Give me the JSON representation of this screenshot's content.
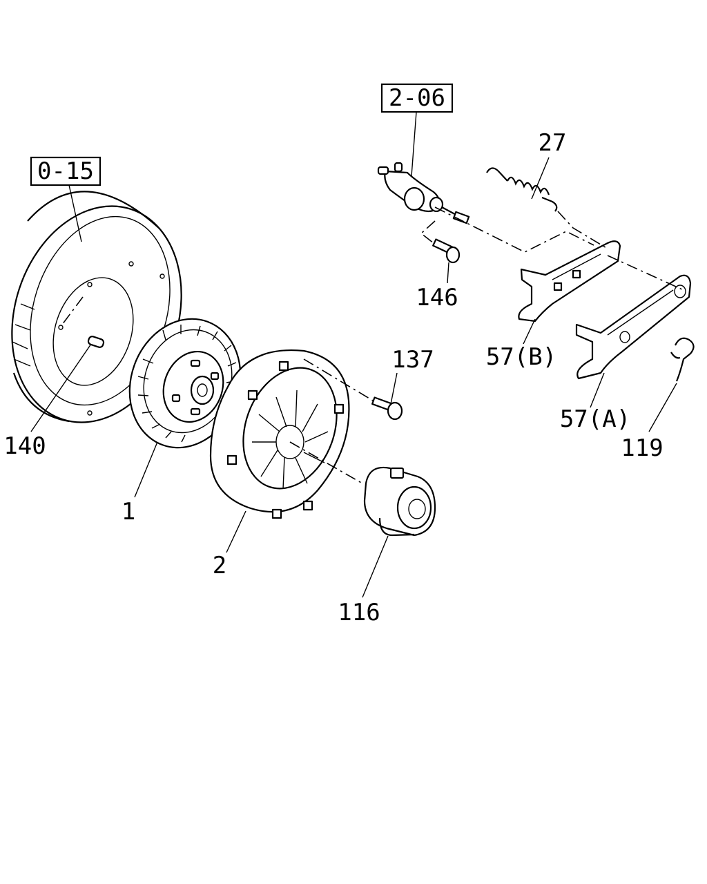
{
  "refs": {
    "ref_0_15": "0-15",
    "ref_2_06": "2-06"
  },
  "labels": {
    "p1": "1",
    "p2": "2",
    "p27": "27",
    "p57a": "57(A)",
    "p57b": "57(B)",
    "p116": "116",
    "p119": "119",
    "p137": "137",
    "p140": "140",
    "p146": "146"
  }
}
